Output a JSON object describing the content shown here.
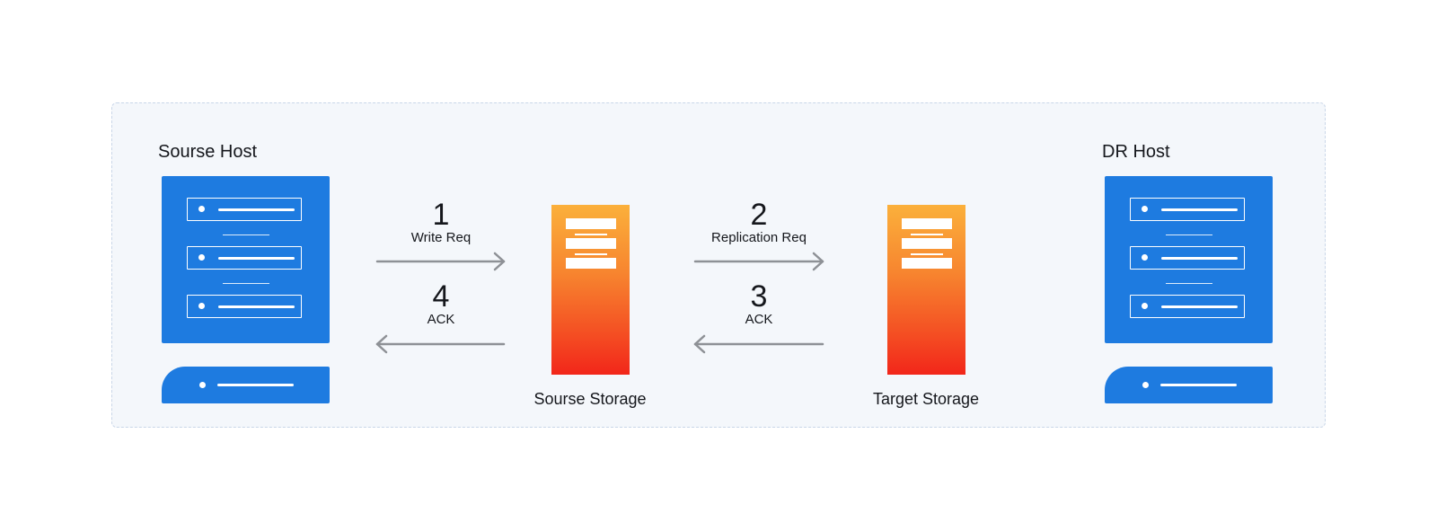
{
  "hosts": {
    "source": {
      "title": "Sourse Host"
    },
    "dr": {
      "title": "DR Host"
    }
  },
  "storage": {
    "source": {
      "title": "Sourse Storage"
    },
    "target": {
      "title": "Target Storage"
    }
  },
  "steps": [
    {
      "number": "1",
      "label": "Write Req"
    },
    {
      "number": "2",
      "label": "Replication Req"
    },
    {
      "number": "3",
      "label": "ACK"
    },
    {
      "number": "4",
      "label": "ACK"
    }
  ],
  "colors": {
    "server_blue": "#1e7be0",
    "storage_top": "#fbb03b",
    "storage_bottom": "#f2261a",
    "arrow_gray": "#8e9196",
    "panel_bg": "#f4f7fb"
  }
}
